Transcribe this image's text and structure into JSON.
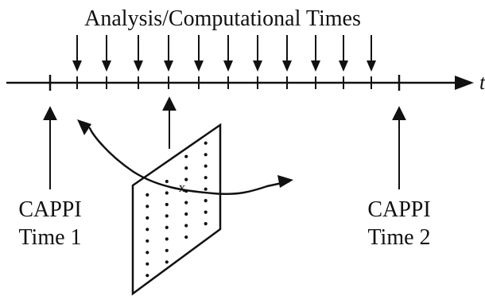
{
  "diagram": {
    "title": "Analysis/Computational Times",
    "axis_label": "t",
    "left_label": {
      "line1": "CAPPI",
      "line2": "Time 1"
    },
    "right_label": {
      "line1": "CAPPI",
      "line2": "Time 2"
    },
    "point_marker": "x",
    "analysis_time_count": 11,
    "dot_count": 33
  }
}
